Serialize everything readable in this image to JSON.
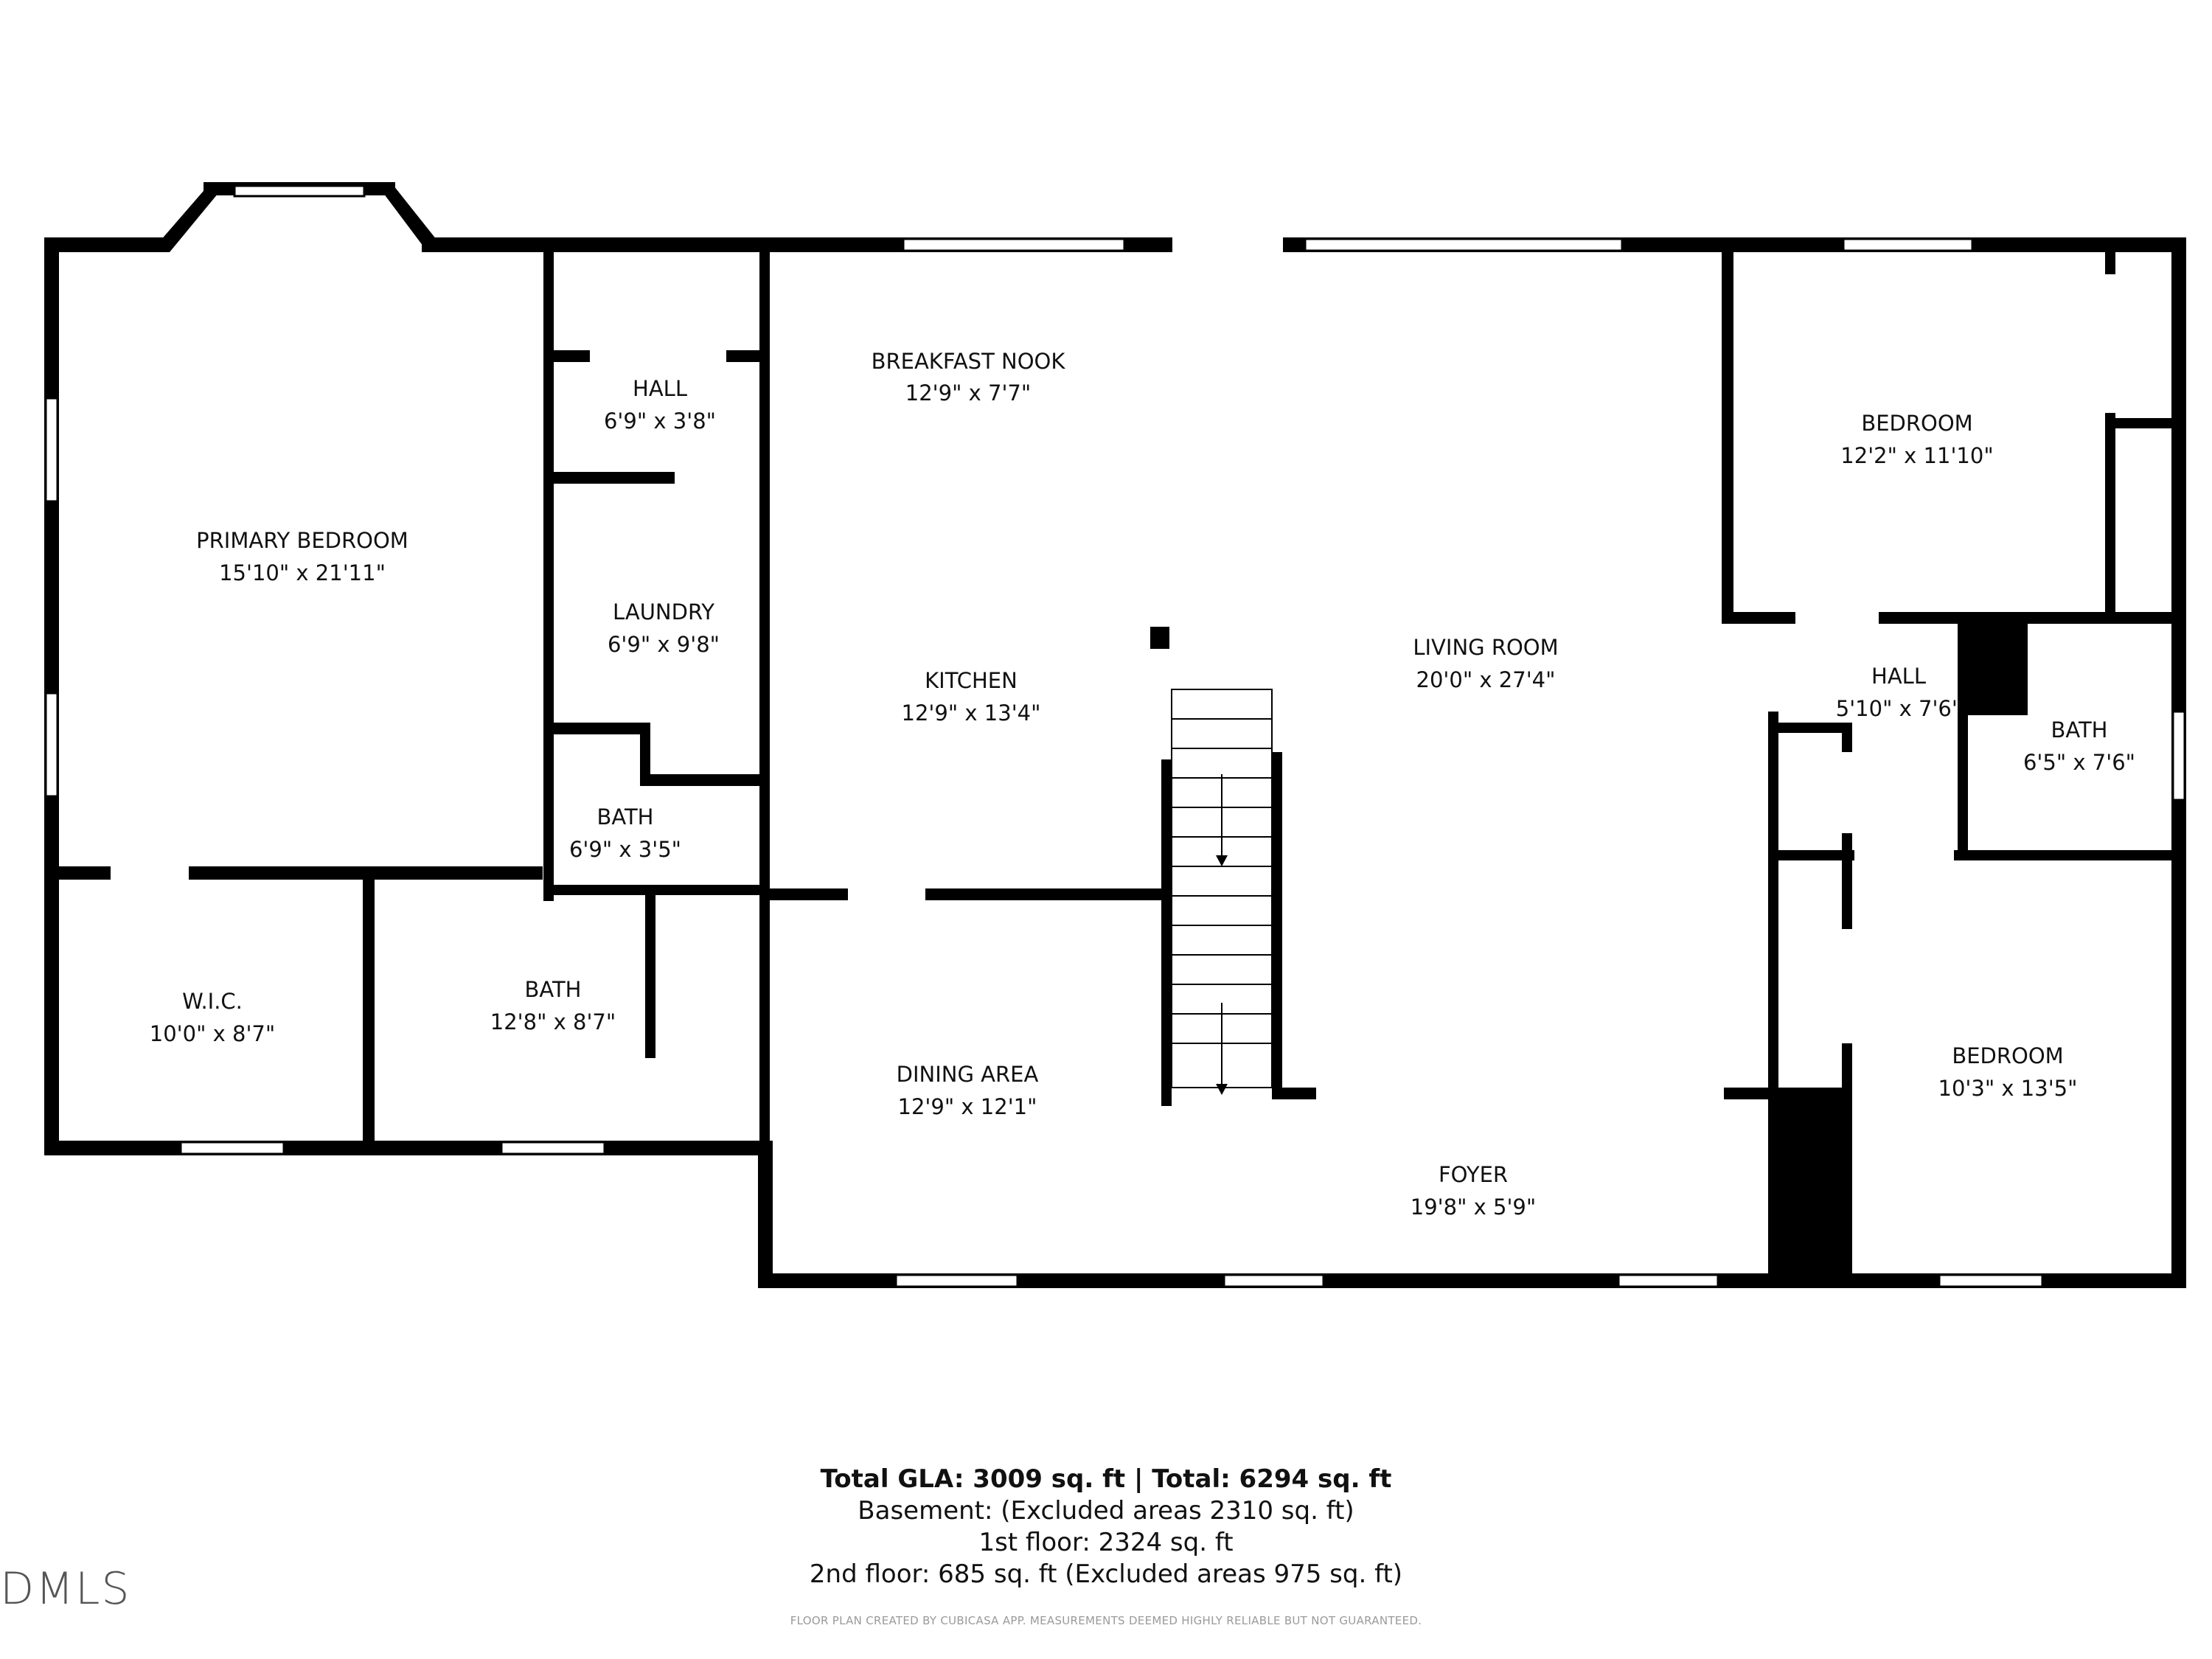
{
  "rooms": {
    "primary_bedroom": {
      "name": "PRIMARY BEDROOM",
      "dim": "15'10\" x 21'11\""
    },
    "hall_top": {
      "name": "HALL",
      "dim": "6'9\" x 3'8\""
    },
    "breakfast_nook": {
      "name": "BREAKFAST NOOK",
      "dim": "12'9\" x 7'7\""
    },
    "laundry": {
      "name": "LAUNDRY",
      "dim": "6'9\" x 9'8\""
    },
    "kitchen": {
      "name": "KITCHEN",
      "dim": "12'9\" x 13'4\""
    },
    "living_room": {
      "name": "LIVING ROOM",
      "dim": "20'0\" x 27'4\""
    },
    "bedroom_top": {
      "name": "BEDROOM",
      "dim": "12'2\" x 11'10\""
    },
    "hall_right": {
      "name": "HALL",
      "dim": "5'10\" x 7'6\""
    },
    "bath_right": {
      "name": "BATH",
      "dim": "6'5\" x 7'6\""
    },
    "bath_small": {
      "name": "BATH",
      "dim": "6'9\" x 3'5\""
    },
    "wic": {
      "name": "W.I.C.",
      "dim": "10'0\" x 8'7\""
    },
    "bath_primary": {
      "name": "BATH",
      "dim": "12'8\" x 8'7\""
    },
    "dining_area": {
      "name": "DINING AREA",
      "dim": "12'9\" x 12'1\""
    },
    "foyer": {
      "name": "FOYER",
      "dim": "19'8\" x 5'9\""
    },
    "bedroom_bottom": {
      "name": "BEDROOM",
      "dim": "10'3\" x 13'5\""
    }
  },
  "summary": {
    "total": "Total GLA: 3009 sq. ft | Total: 6294 sq. ft",
    "basement": "Basement: (Excluded areas 2310 sq. ft)",
    "first_floor": "1st floor: 2324 sq. ft",
    "second_floor": "2nd floor: 685 sq. ft (Excluded areas 975 sq. ft)"
  },
  "footnote": "FLOOR PLAN CREATED BY CUBICASA APP. MEASUREMENTS DEEMED HIGHLY RELIABLE BUT NOT GUARANTEED.",
  "logo": "DMLS",
  "colors": {
    "wall": "#000000",
    "window": "#ffffff",
    "text": "#111111"
  }
}
